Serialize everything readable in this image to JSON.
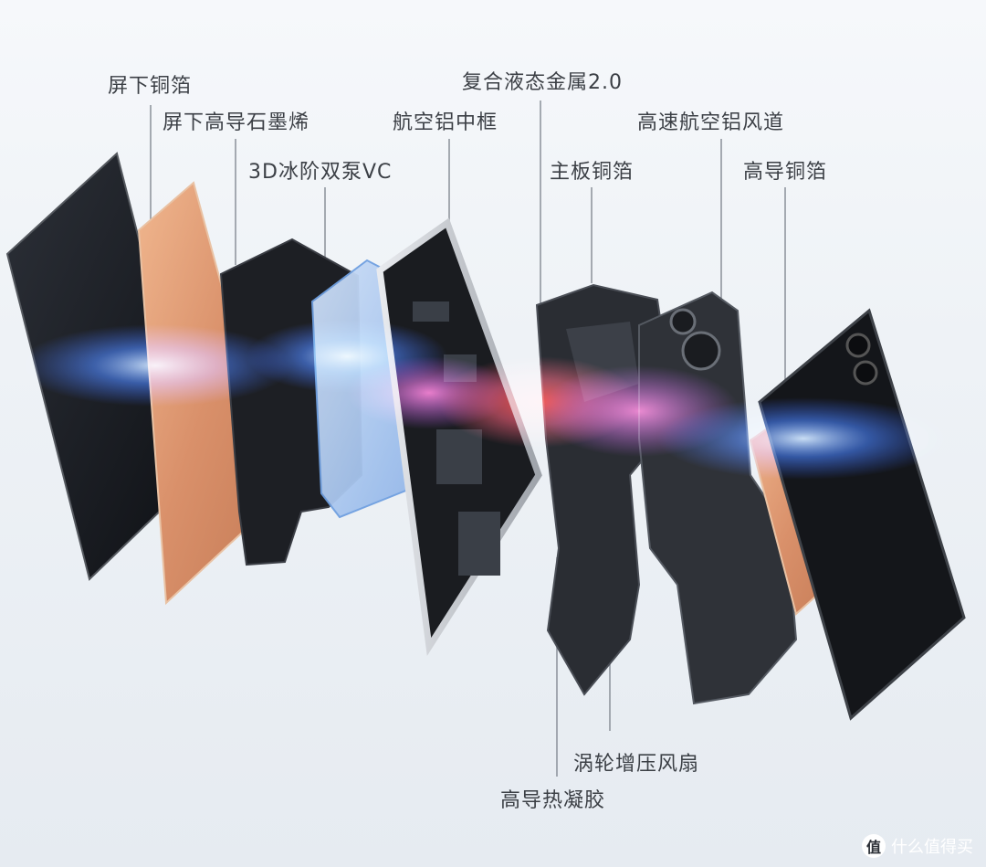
{
  "labels": {
    "screen_copper": "屏下铜箔",
    "screen_graphene": "屏下高导石墨烯",
    "vc": "3D冰阶双泵VC",
    "aluminum_frame": "航空铝中框",
    "liquid_metal": "复合液态金属2.0",
    "board_copper": "主板铜箔",
    "air_duct": "高速航空铝风道",
    "high_copper": "高导铜箔",
    "turbo_fan": "涡轮增压风扇",
    "thermal_gel": "高导热凝胶"
  },
  "watermark": {
    "text": "什么值得买",
    "badge": "值"
  }
}
